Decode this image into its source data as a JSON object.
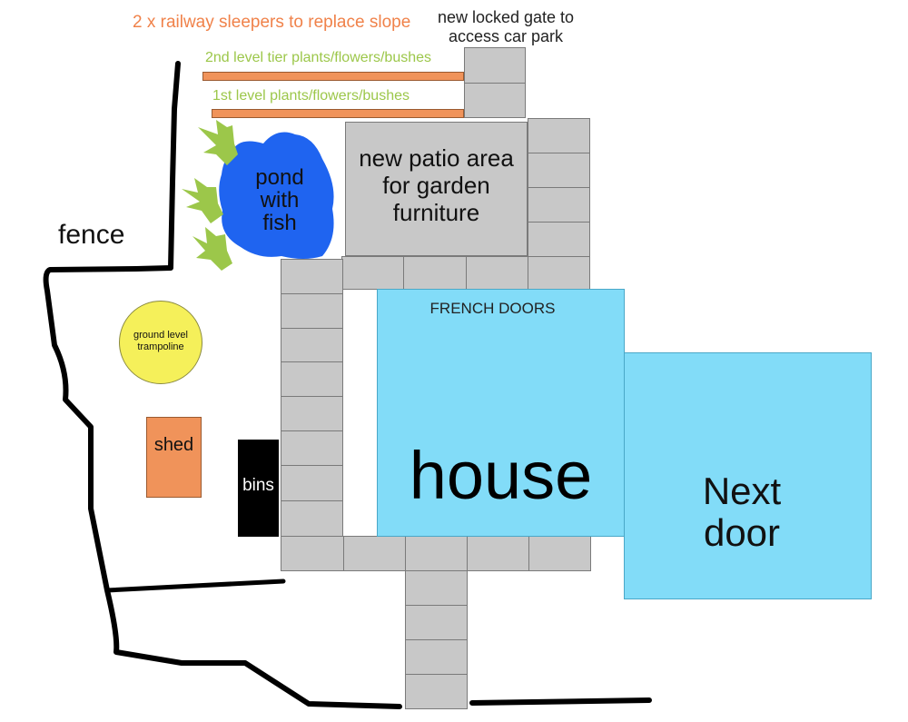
{
  "labels": {
    "railway": "2 x railway sleepers to replace slope",
    "gate": "new locked gate to\naccess car park",
    "tier2": "2nd level tier plants/flowers/bushes",
    "tier1": "1st level plants/flowers/bushes",
    "patio": "new patio area\nfor garden\nfurniture",
    "pond": "pond\nwith\nfish",
    "fence": "fence",
    "trampoline": "ground level\ntrampoline",
    "shed": "shed",
    "bins": "bins",
    "french_doors": "FRENCH DOORS",
    "house": "house",
    "next_door": "Next\ndoor"
  },
  "colors": {
    "railway_text": "#f0824a",
    "tier_text": "#9cc74a",
    "sleeper": "#f0935a",
    "slab": "#c8c8c8",
    "slab_border": "#7a7a7a",
    "pond": "#1f64f0",
    "plants": "#9cc74a",
    "trampoline": "#f5f05a",
    "shed": "#f0935a",
    "bins": "#000000",
    "house": "#82dcf8",
    "fence": "#000000"
  }
}
